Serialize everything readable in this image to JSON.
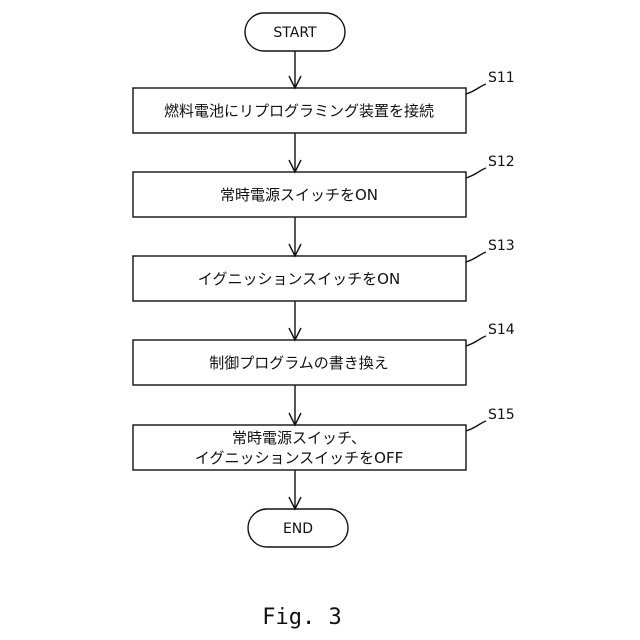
{
  "flowchart": {
    "start": "START",
    "end": "END",
    "steps": [
      {
        "id": "S11",
        "lines": [
          "燃料電池にリプログラミング装置を接続"
        ]
      },
      {
        "id": "S12",
        "lines": [
          "常時電源スイッチをON"
        ]
      },
      {
        "id": "S13",
        "lines": [
          "イグニッションスイッチをON"
        ]
      },
      {
        "id": "S14",
        "lines": [
          "制御プログラムの書き換え"
        ]
      },
      {
        "id": "S15",
        "lines": [
          "常時電源スイッチ、",
          "イグニッションスイッチをOFF"
        ]
      }
    ]
  },
  "caption": "Fig. 3"
}
